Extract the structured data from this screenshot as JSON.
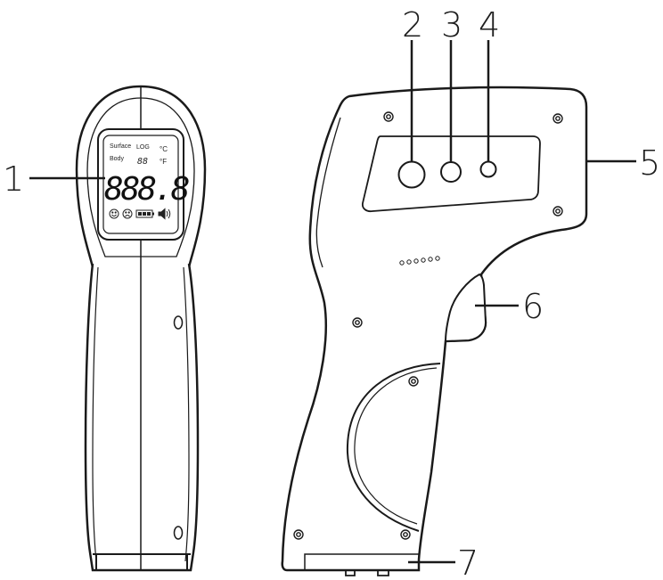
{
  "callouts": [
    {
      "id": "1",
      "part": "lcd-display"
    },
    {
      "id": "2",
      "part": "button-left"
    },
    {
      "id": "3",
      "part": "button-middle"
    },
    {
      "id": "4",
      "part": "button-right"
    },
    {
      "id": "5",
      "part": "sensor-head"
    },
    {
      "id": "6",
      "part": "trigger"
    },
    {
      "id": "7",
      "part": "battery-cover"
    }
  ],
  "lcd": {
    "mode_surface": "Surface",
    "mode_body": "Body",
    "log_label": "LOG",
    "log_digits": "88",
    "unit_c": "°C",
    "unit_f": "°F",
    "main_digits": "888.8"
  },
  "icons": [
    "smile-icon",
    "frown-icon",
    "battery-icon",
    "speaker-icon"
  ]
}
